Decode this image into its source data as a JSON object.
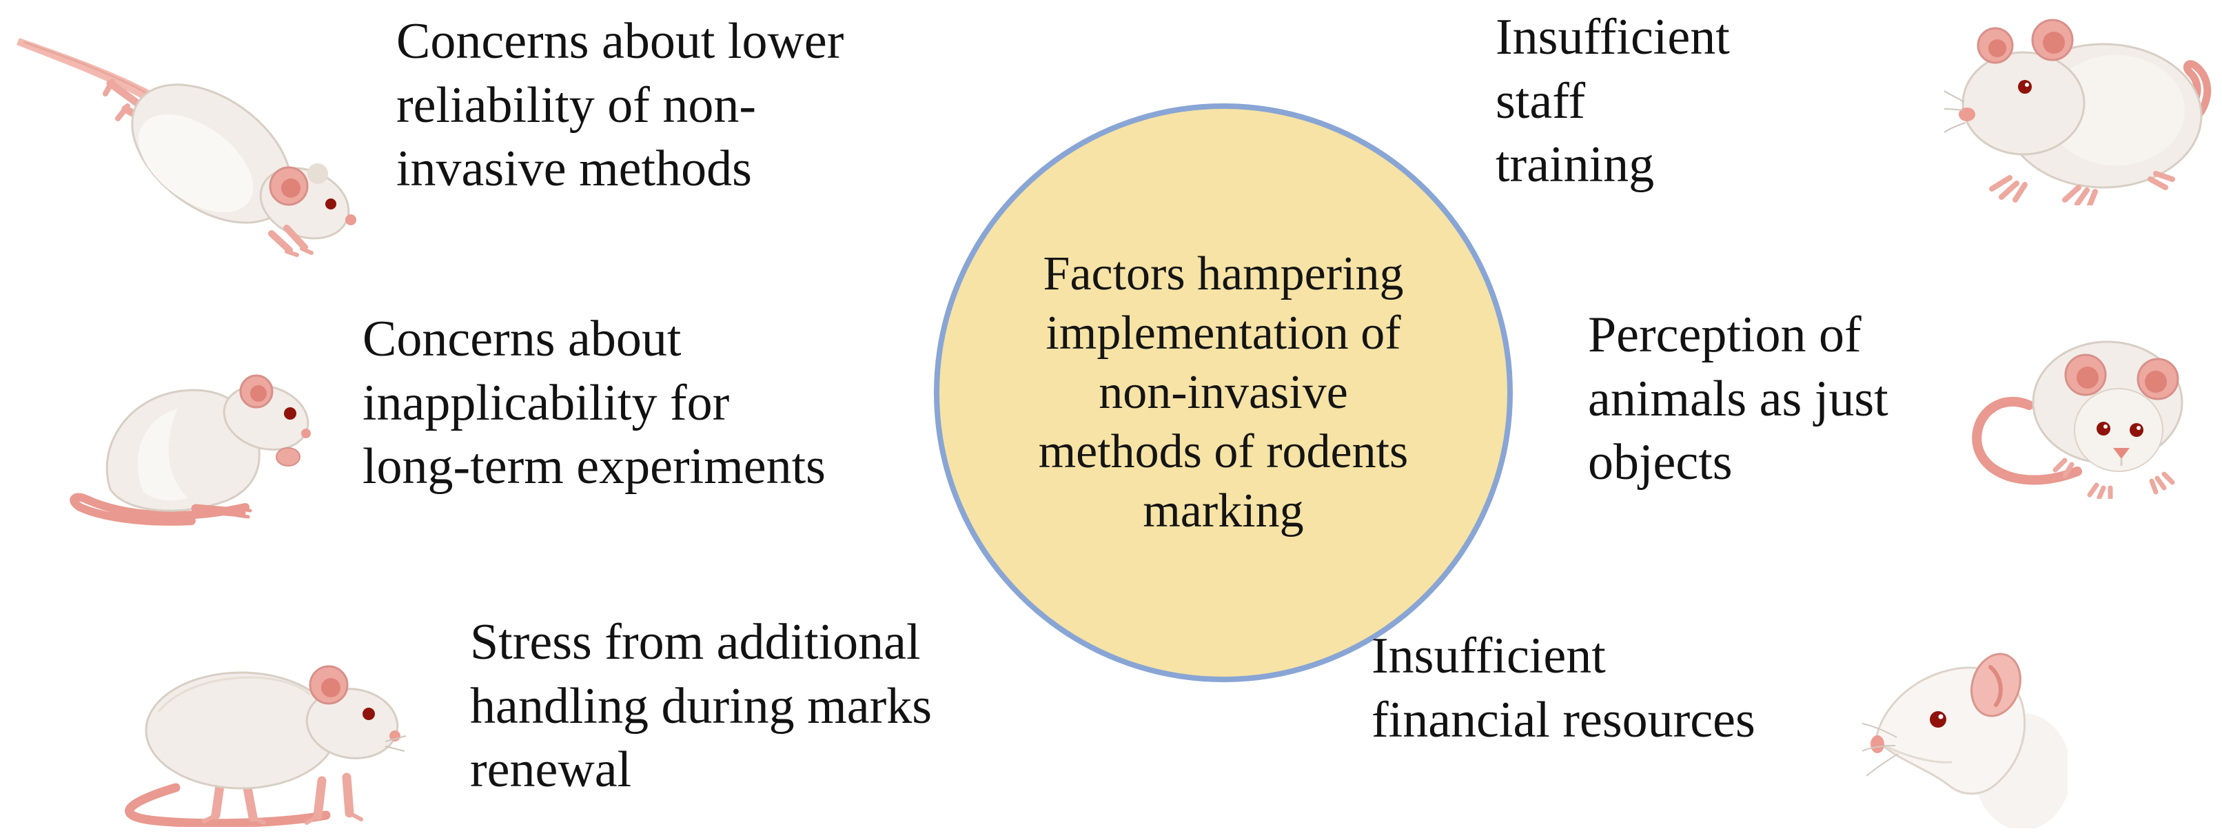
{
  "figure": {
    "title": "Factors hampering implementation of non-invasive methods of rodents marking",
    "background_color": "#ffffff",
    "text_color": "#121212"
  },
  "center": {
    "text": "Factors hampering\nimplementation of\nnon-invasive\nmethods of rodents\nmarking",
    "fill_color": "#f6e3a5",
    "border_color": "#88a5d5"
  },
  "factors": [
    {
      "id": "lower-reliability",
      "position": "top-left",
      "text": "Concerns about lower\nreliability of non-\ninvasive methods"
    },
    {
      "id": "inapplicability",
      "position": "middle-left",
      "text": "Concerns about\ninapplicability for\nlong-term experiments"
    },
    {
      "id": "handling-stress",
      "position": "bottom-left",
      "text": "Stress from additional\nhandling during marks\nrenewal"
    },
    {
      "id": "staff-training",
      "position": "top-right",
      "text": "Insufficient\nstaff\ntraining"
    },
    {
      "id": "animal-perception",
      "position": "middle-right",
      "text": "Perception of\nanimals as just\nobjects"
    },
    {
      "id": "financial-resources",
      "position": "bottom-right",
      "text": "Insufficient\nfinancial resources"
    }
  ],
  "illustrations": {
    "palette": {
      "body": "#f2ede8",
      "body_shade": "#d8cec4",
      "belly_highlight": "#faf8f5",
      "ear": "#eda89f",
      "ear_inner": "#df8278",
      "tail": "#e9998f",
      "eye": "#8f130b",
      "nose": "#ec9c92"
    },
    "items": [
      {
        "name": "rat-leaping-icon",
        "position": "top-left"
      },
      {
        "name": "rat-sitting-icon",
        "position": "middle-left"
      },
      {
        "name": "rat-standing-icon",
        "position": "bottom-left"
      },
      {
        "name": "rat-crouching-icon",
        "position": "top-right"
      },
      {
        "name": "rat-front-facing-icon",
        "position": "middle-right"
      },
      {
        "name": "rat-head-profile-icon",
        "position": "bottom-right"
      }
    ]
  }
}
